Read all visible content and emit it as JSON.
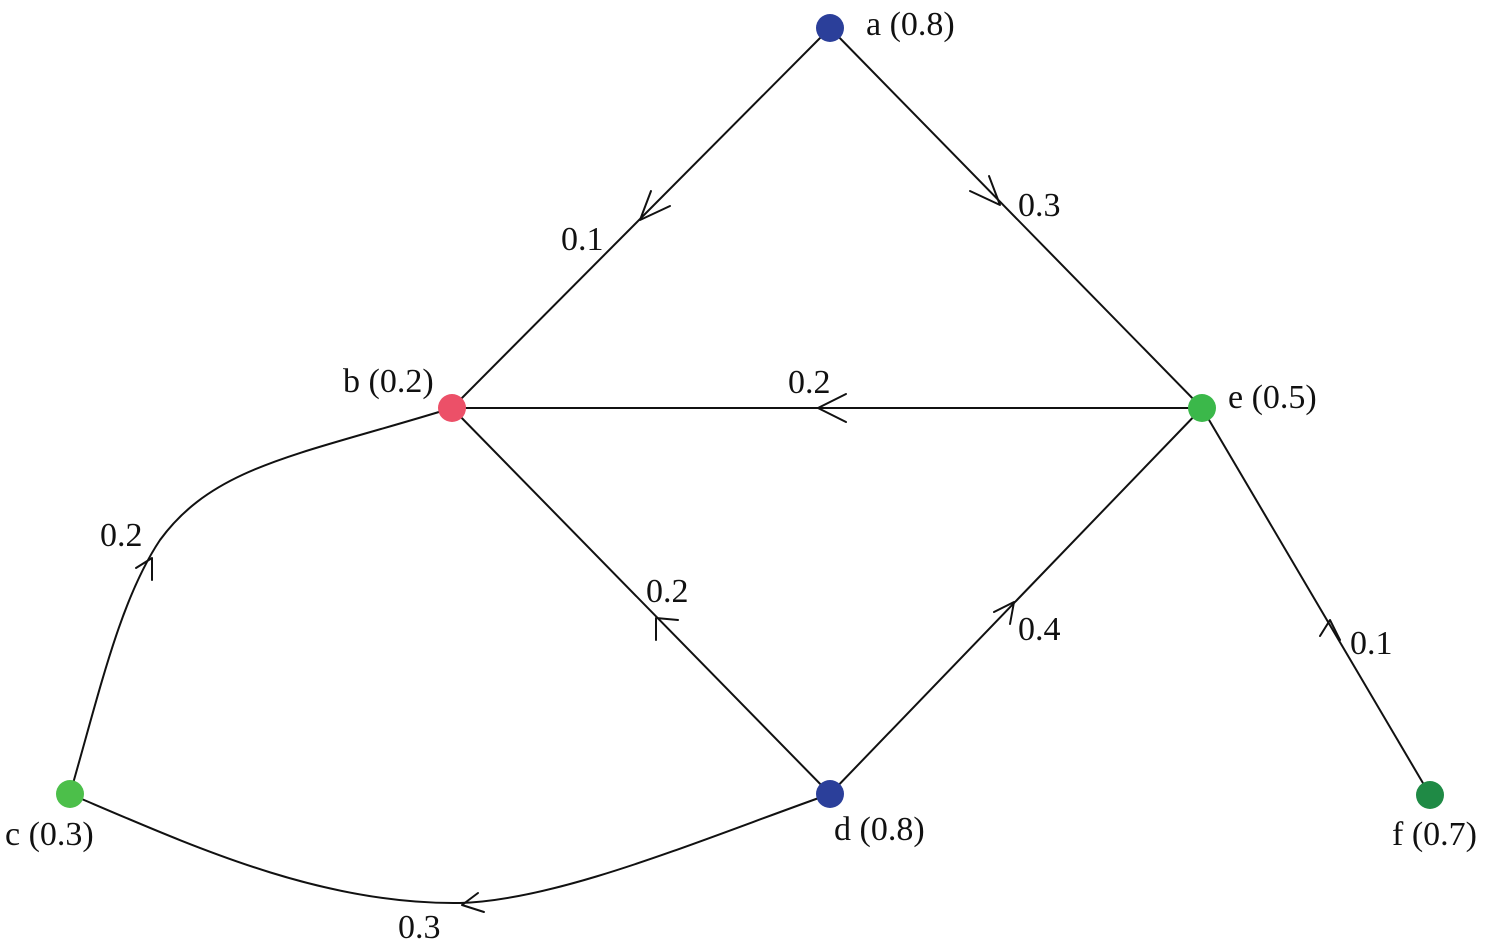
{
  "nodes": [
    {
      "id": "a",
      "label": "a (0.8)",
      "color": "#2b3f9a"
    },
    {
      "id": "b",
      "label": "b (0.2)",
      "color": "#ec5068"
    },
    {
      "id": "c",
      "label": "c (0.3)",
      "color": "#4cbf4a"
    },
    {
      "id": "d",
      "label": "d (0.8)",
      "color": "#2b3f9a"
    },
    {
      "id": "e",
      "label": "e (0.5)",
      "color": "#3bb84a"
    },
    {
      "id": "f",
      "label": "f (0.7)",
      "color": "#1f8a45"
    }
  ],
  "edges": [
    {
      "from": "a",
      "to": "b",
      "label": "0.1"
    },
    {
      "from": "a",
      "to": "e",
      "label": "0.3"
    },
    {
      "from": "e",
      "to": "b",
      "label": "0.2"
    },
    {
      "from": "c",
      "to": "b",
      "label": "0.2"
    },
    {
      "from": "d",
      "to": "b",
      "label": "0.2"
    },
    {
      "from": "d",
      "to": "e",
      "label": "0.4"
    },
    {
      "from": "f",
      "to": "e",
      "label": "0.1"
    },
    {
      "from": "d",
      "to": "c",
      "label": "0.3"
    }
  ]
}
